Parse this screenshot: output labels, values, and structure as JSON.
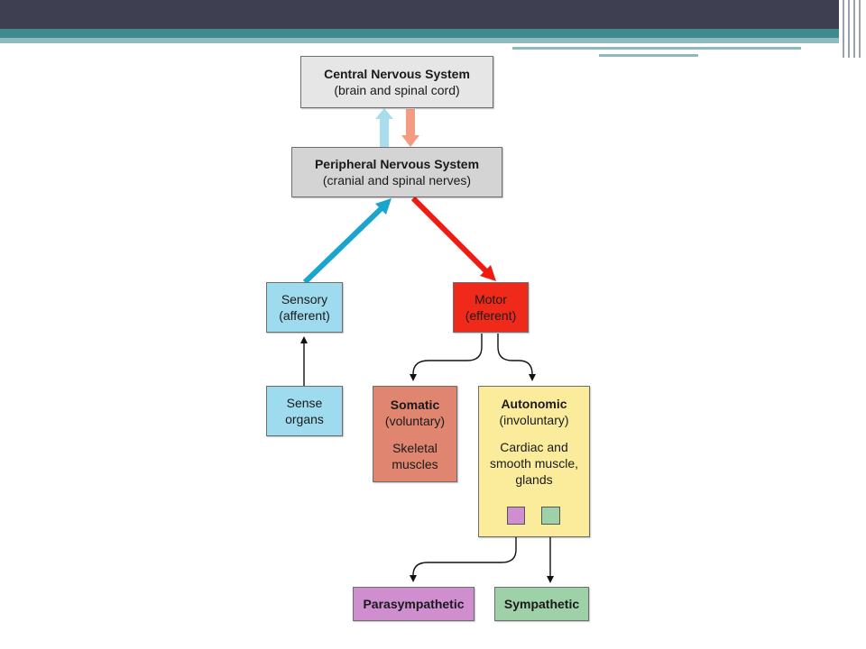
{
  "colors": {
    "header_dark": "#3e3f51",
    "header_teal": "#3e8a8d",
    "header_teal_light": "#8fb9bb",
    "cns_box": "#e6e6e6",
    "pns_box": "#d4d4d4",
    "sensory": "#9fdbef",
    "motor": "#f02a1a",
    "somatic": "#e08570",
    "autonomic": "#fbec9c",
    "parasympathetic": "#cf8fcf",
    "sympathetic": "#9fd1a9",
    "arrow_sensory": "#1aa5cf",
    "arrow_motor": "#ef1a12",
    "arrow_light_blue": "#a9dced",
    "arrow_salmon": "#f39b83"
  },
  "diagram": {
    "cns": {
      "title": "Central Nervous System",
      "subtitle": "(brain and spinal cord)"
    },
    "pns": {
      "title": "Peripheral Nervous System",
      "subtitle": "(cranial and spinal nerves)"
    },
    "sensory": {
      "line1": "Sensory",
      "line2": "(afferent)"
    },
    "motor": {
      "line1": "Motor",
      "line2": "(efferent)"
    },
    "sense_organs": {
      "line1": "Sense",
      "line2": "organs"
    },
    "somatic": {
      "title": "Somatic",
      "subtitle": "(voluntary)",
      "detail1": "Skeletal",
      "detail2": "muscles"
    },
    "autonomic": {
      "title": "Autonomic",
      "subtitle": "(involuntary)",
      "detail1": "Cardiac and",
      "detail2": "smooth muscle,",
      "detail3": "glands"
    },
    "parasympathetic": {
      "label": "Parasympathetic"
    },
    "sympathetic": {
      "label": "Sympathetic"
    }
  }
}
